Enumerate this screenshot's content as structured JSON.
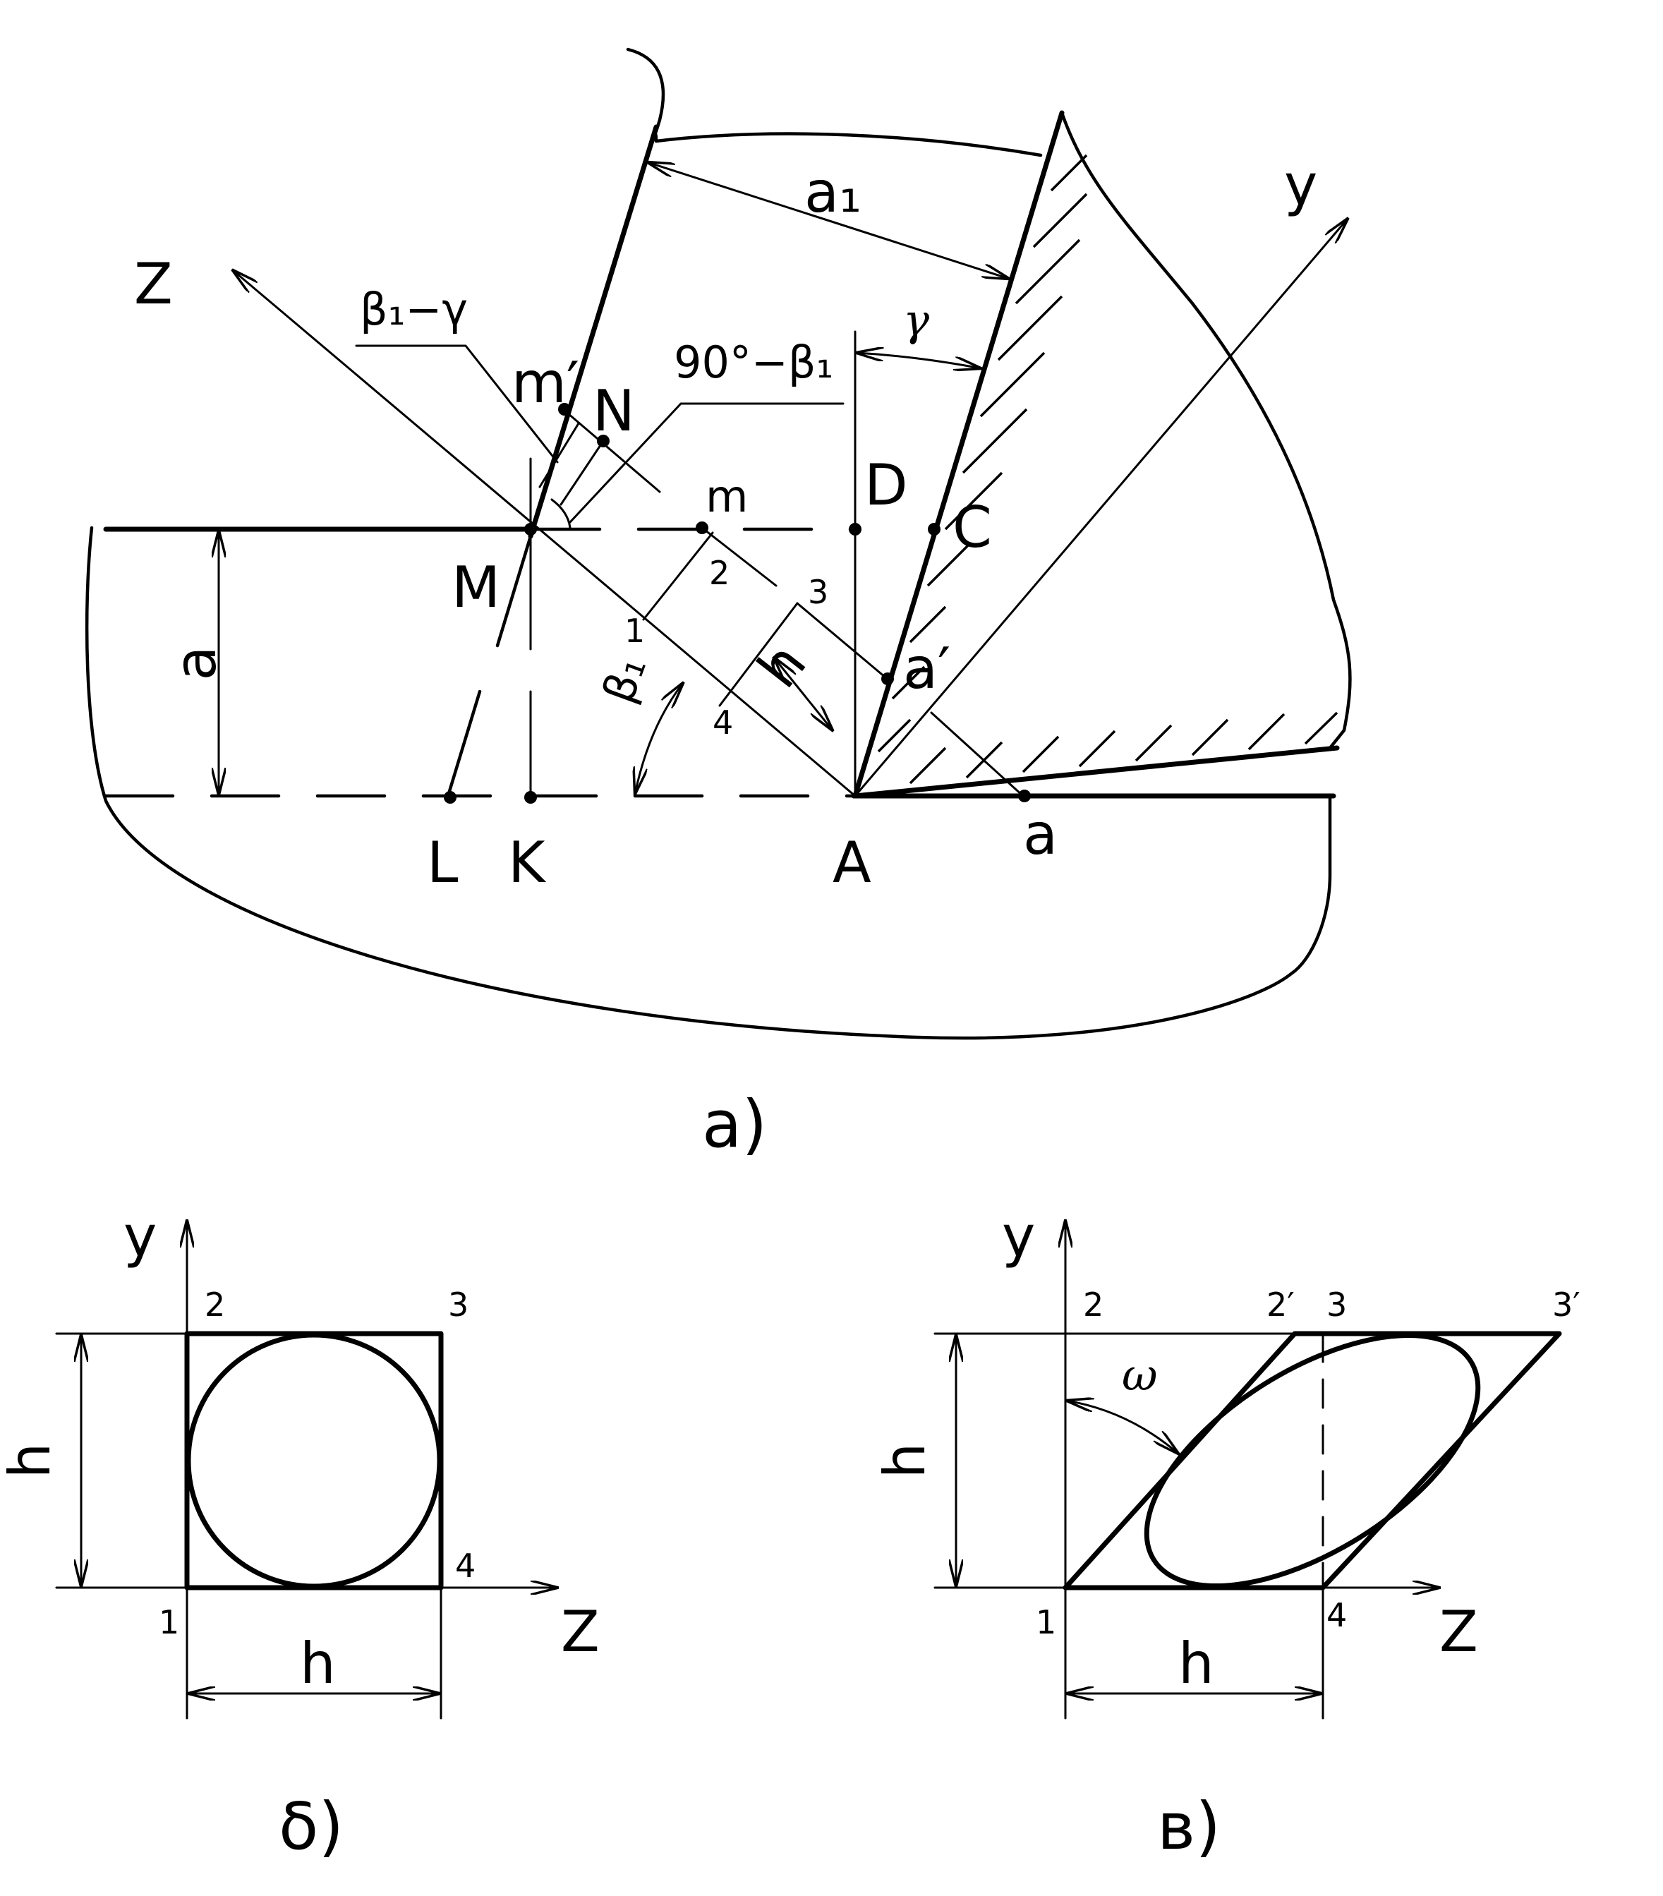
{
  "panel_a": {
    "caption": "a)",
    "axis_z": "Z",
    "axis_y": "y",
    "dim_a1": "a₁",
    "dim_a": "a",
    "angle_gamma": "γ",
    "angle_beta1_minus_gamma": "β₁−γ",
    "angle_90_minus_beta1": "90°−β₁",
    "angle_beta1": "β₁",
    "label_h": "h",
    "point_M": "M",
    "point_N": "N",
    "point_m_prime": "m′",
    "point_m": "m",
    "point_D": "D",
    "point_C": "C",
    "point_a_prime": "a′",
    "point_A": "A",
    "point_a": "a",
    "point_L": "L",
    "point_K": "K",
    "corner_1": "1",
    "corner_2": "2",
    "corner_3": "3",
    "corner_4": "4"
  },
  "panel_b": {
    "caption": "δ)",
    "axis_y": "y",
    "axis_z": "Z",
    "dim_h_vertical": "h",
    "dim_h_horizontal": "h",
    "corner_1": "1",
    "corner_2": "2",
    "corner_3": "3",
    "corner_4": "4"
  },
  "panel_c": {
    "caption": "в)",
    "axis_y": "y",
    "axis_z": "Z",
    "dim_h_vertical": "h",
    "dim_h_horizontal": "h",
    "angle_omega": "ω",
    "corner_1": "1",
    "corner_2": "2",
    "corner_2_prime": "2′",
    "corner_3": "3",
    "corner_3_prime": "3′",
    "corner_4": "4"
  }
}
